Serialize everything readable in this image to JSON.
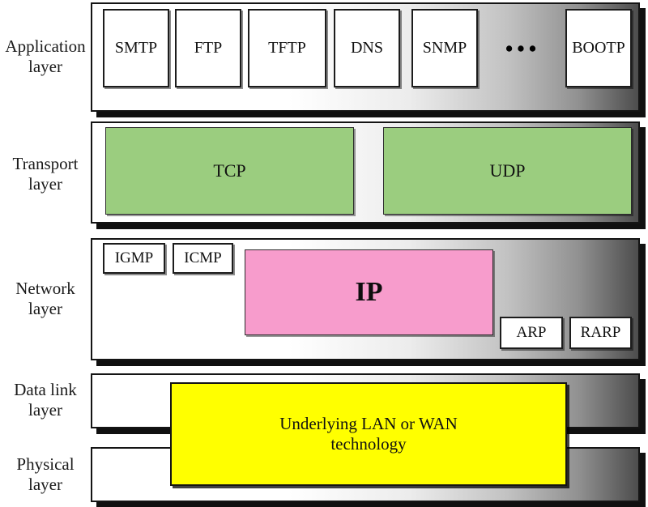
{
  "layers": [
    {
      "name": "Application layer",
      "label_line1": "Application",
      "label_line2": "layer",
      "boxes": [
        {
          "label": "SMTP"
        },
        {
          "label": "FTP"
        },
        {
          "label": "TFTP"
        },
        {
          "label": "DNS"
        },
        {
          "label": "SNMP"
        },
        {
          "label": "BOOTP"
        }
      ],
      "ellipsis": "•••"
    },
    {
      "name": "Transport layer",
      "label_line1": "Transport",
      "label_line2": "layer",
      "boxes": [
        {
          "label": "TCP"
        },
        {
          "label": "UDP"
        }
      ]
    },
    {
      "name": "Network layer",
      "label_line1": "Network",
      "label_line2": "layer",
      "boxes": [
        {
          "label": "IGMP"
        },
        {
          "label": "ICMP"
        },
        {
          "label": "IP"
        },
        {
          "label": "ARP"
        },
        {
          "label": "RARP"
        }
      ]
    },
    {
      "name": "Data link layer",
      "label_line1": "Data link",
      "label_line2": "layer",
      "boxes": []
    },
    {
      "name": "Physical layer",
      "label_line1": "Physical",
      "label_line2": "layer",
      "boxes": []
    }
  ],
  "underlying_technology": {
    "line1": "Underlying LAN or WAN",
    "line2": "technology"
  },
  "colors": {
    "transport_box_green": "#9bcd7f",
    "ip_box_pink": "#f79ccc",
    "technology_box_yellow": "#ffff00",
    "layer_gradient_start": "#ffffff",
    "layer_gradient_end": "#4d4d4d",
    "shadow_black": "#101010"
  }
}
